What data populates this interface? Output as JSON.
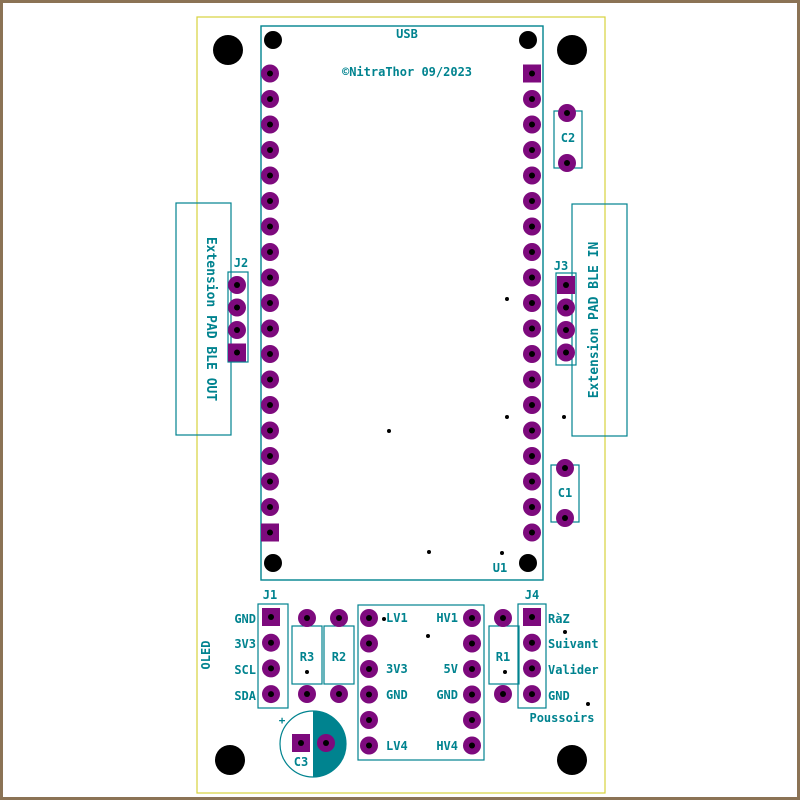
{
  "colors": {
    "frame": "#8b7355",
    "background": "#ffffff",
    "board_outline": "#d7d23c",
    "silkscreen": "#00838f",
    "pad": "#7d0a7d",
    "hole": "#000000"
  },
  "labels": {
    "usb": "USB",
    "copyright": "©NitraThor 09/2023",
    "u1": "U1",
    "c1": "C1",
    "c2": "C2",
    "c3": "C3",
    "c3_plus": "+",
    "j1": "J1",
    "j2": "J2",
    "j3": "J3",
    "j4": "J4",
    "r1": "R1",
    "r2": "R2",
    "r3": "R3",
    "ext_out": "Extension PAD BLE OUT",
    "ext_in": "Extension PAD BLE IN",
    "oled": "OLED",
    "poussoirs": "Poussoirs"
  },
  "j1_pins": [
    "GND",
    "3V3",
    "SCL",
    "SDA"
  ],
  "j4_pins": [
    "RàZ",
    "Suivant",
    "Valider",
    "GND"
  ],
  "level_shifter_left": [
    "LV1",
    "",
    "3V3",
    "GND",
    "",
    "LV4"
  ],
  "level_shifter_right": [
    "HV1",
    "",
    "5V",
    "GND",
    "",
    "HV4"
  ]
}
